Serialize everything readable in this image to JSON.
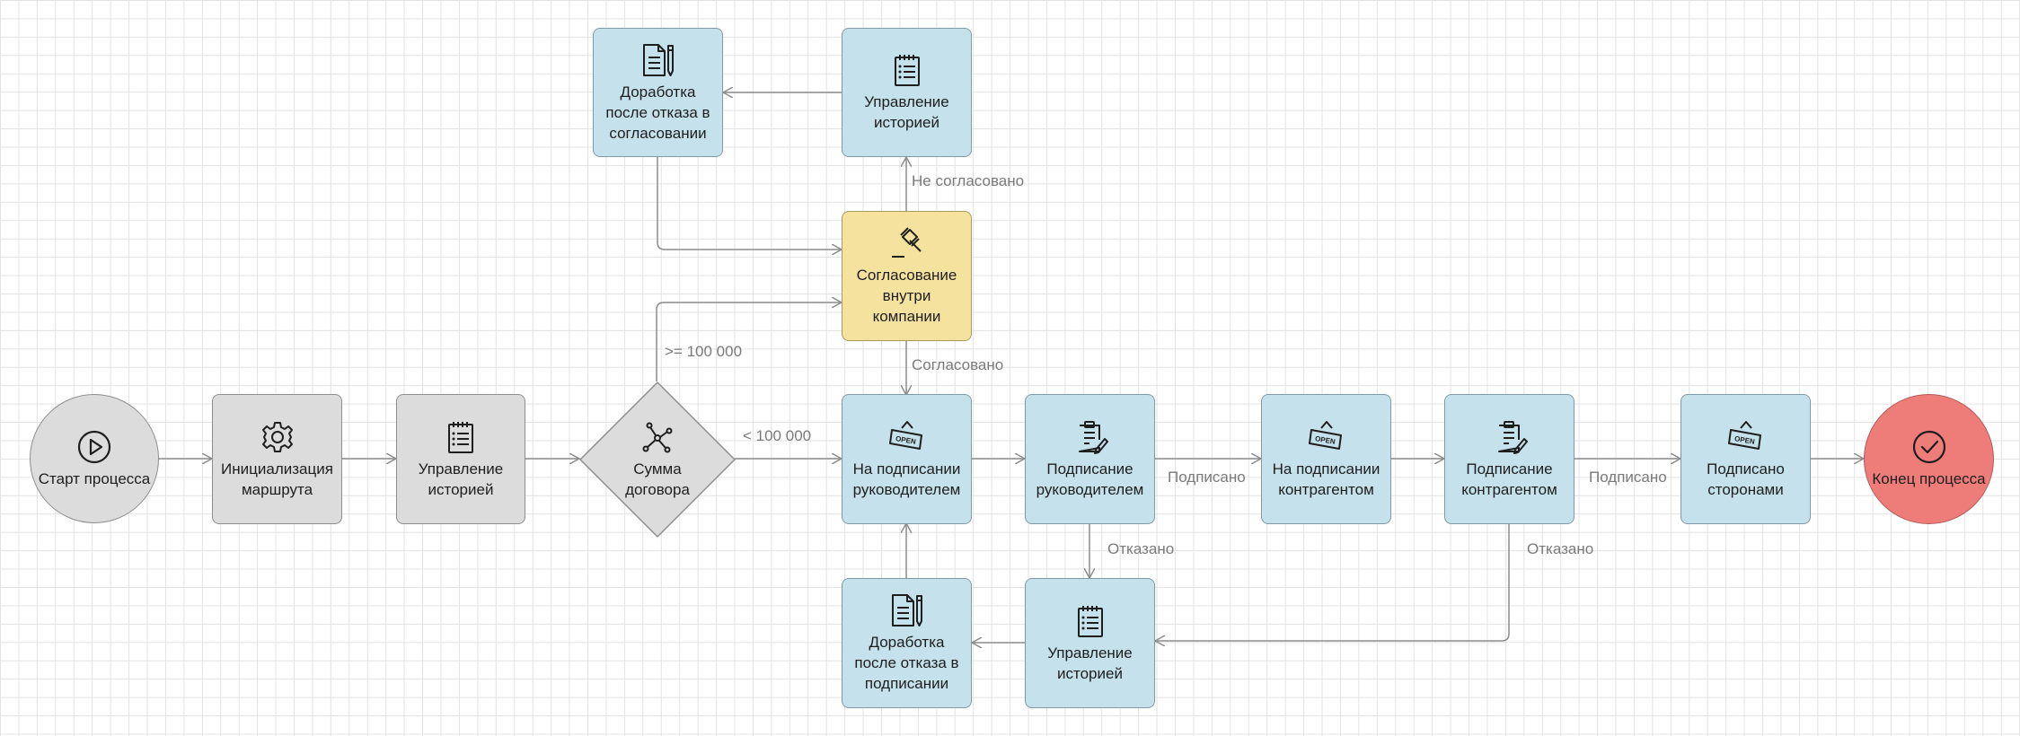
{
  "nodes": {
    "start": "Старт процесса",
    "init_route": "Инициализация\nмаршрута",
    "history_1": "Управление\nисторией",
    "decision": "Сумма\nдоговора",
    "approval": "Согласование\nвнутри\nкомпании",
    "history_top": "Управление\nисторией",
    "rework_approval": "Доработка\nпосле отказа в\nсогласовании",
    "on_sign_manager": "На подписании\nруководителем",
    "sign_manager": "Подписание\nруководителем",
    "on_sign_counterparty": "На подписании\nконтрагентом",
    "sign_counterparty": "Подписание\nконтрагентом",
    "signed_parties": "Подписано\nсторонами",
    "end": "Конец процесса",
    "history_bottom": "Управление\nисторией",
    "rework_sign": "Доработка\nпосле отказа в\nподписании"
  },
  "edge_labels": {
    "not_approved": "Не согласовано",
    "approved": "Согласовано",
    "ge_100000": ">= 100 000",
    "lt_100000": "< 100 000",
    "signed_1": "Подписано",
    "signed_2": "Подписано",
    "refused_1": "Отказано",
    "refused_2": "Отказано"
  },
  "icons": {
    "start": "play-icon",
    "init_route": "gear-icon",
    "history": "notepad-list-icon",
    "decision": "network-icon",
    "approval": "gavel-icon",
    "rework": "document-pen-icon",
    "open_sign": "open-sign-icon",
    "clipboard_pen": "clipboard-pen-icon",
    "end": "checkmark-icon"
  },
  "colors": {
    "task_blue": "#c5e1ec",
    "task_gray": "#dcdcdc",
    "task_yellow": "#f5e29e",
    "end_red": "#ee7c79",
    "edge": "#8c8c8c"
  }
}
